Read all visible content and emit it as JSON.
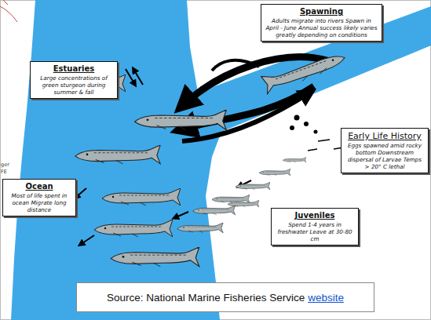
{
  "diagram": {
    "nodes": [
      {
        "text": [
          "Spawning",
          "Adults migrate into rivers Spawn in April - June Annual success likely varies greatly depending on conditions"
        ]
      },
      {
        "text": [
          "Estuaries",
          "Large concentrations of green sturgeon during summer & fall"
        ]
      },
      {
        "text": [
          "Early Life History",
          "Eggs spawned amid rocky bottom Downstream dispersal of Larvae Temps > 20° C lethal"
        ]
      },
      {
        "text": [
          "Ocean",
          "Most of life spent in ocean Migrate long distance"
        ]
      },
      {
        "text": [
          "Juveniles",
          "Spend 1-4 years in freshwater Leave at 30-80 cm"
        ]
      },
      {
        "text": [
          "Source: National Marine Fisheries Service",
          "website"
        ]
      }
    ],
    "labels": [
      "ger",
      "FE"
    ]
  }
}
